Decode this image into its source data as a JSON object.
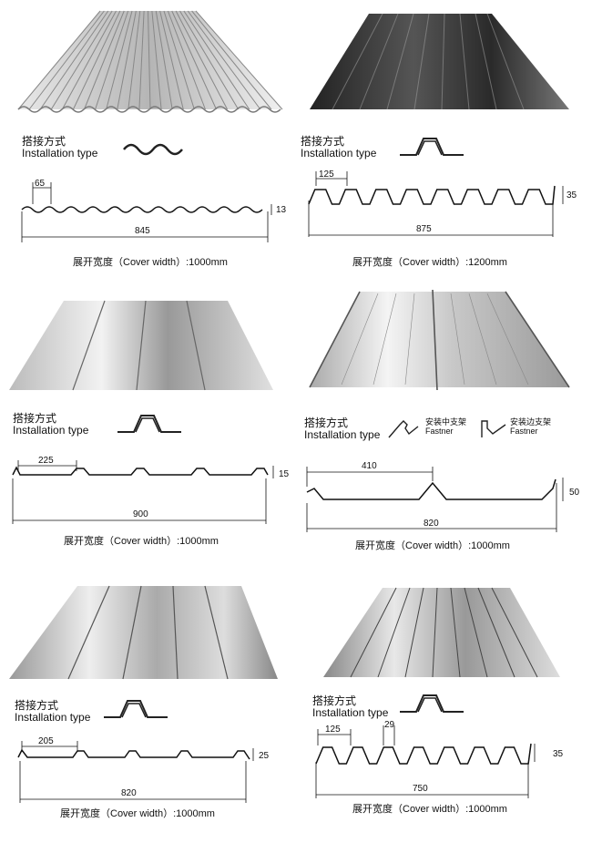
{
  "label_cn": "搭接方式",
  "label_en": "Installation type",
  "cover_cn": "展开宽度",
  "cover_en": "（Cover width）",
  "panels": [
    {
      "pitch": "65",
      "height": "13",
      "width": "845",
      "cover": ":1000mm"
    },
    {
      "pitch": "125",
      "height": "35",
      "width": "875",
      "cover": ":1200mm"
    },
    {
      "pitch": "225",
      "height": "15",
      "width": "900",
      "cover": ":1000mm"
    },
    {
      "pitch": "410",
      "height": "50",
      "width": "820",
      "cover": ":1000mm",
      "fastener_mid_cn": "安装中支架",
      "fastener_edge_cn": "安装边支架",
      "fastener_en": "Fastner"
    },
    {
      "pitch": "205",
      "height": "25",
      "width": "820",
      "cover": ":1000mm"
    },
    {
      "pitch": "125",
      "pitch2": "29",
      "height": "35",
      "width": "750",
      "cover": ":1000mm"
    }
  ]
}
